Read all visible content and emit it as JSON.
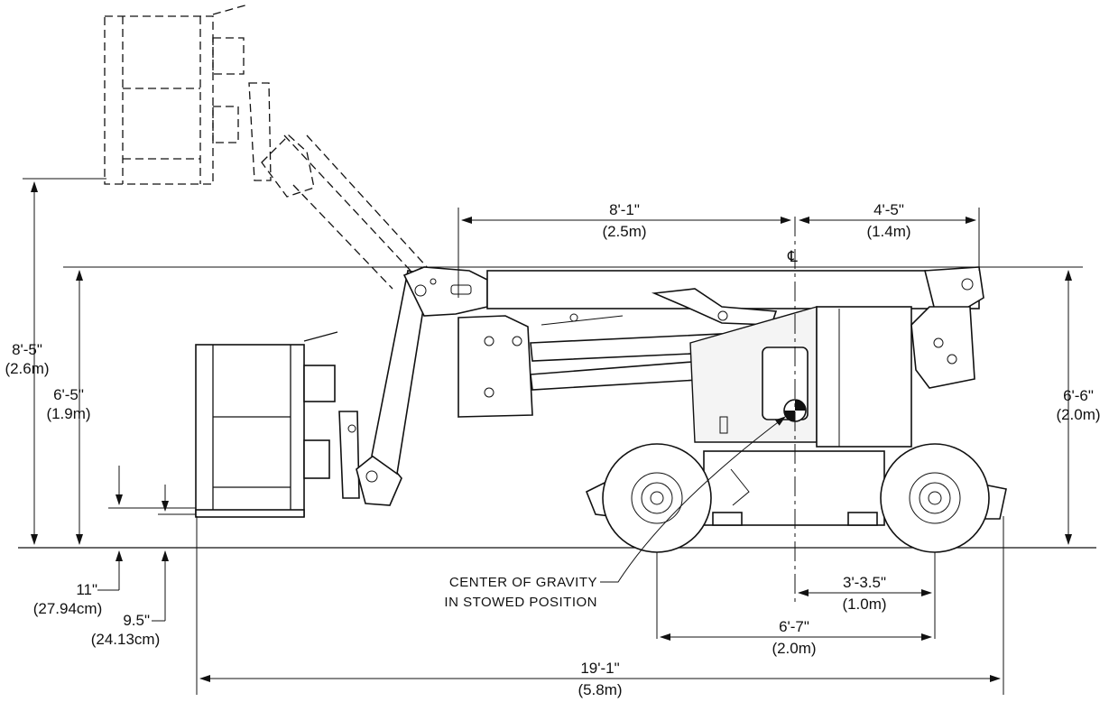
{
  "dimensions": {
    "boom_length_top": {
      "imperial": "8'-1\"",
      "metric": "(2.5m)"
    },
    "rear_length_top": {
      "imperial": "4'-5\"",
      "metric": "(1.4m)"
    },
    "platform_stowed_h": {
      "imperial": "8'-5\"",
      "metric": "(2.6m)"
    },
    "boom_height": {
      "imperial": "6'-5\"",
      "metric": "(1.9m)"
    },
    "overall_height": {
      "imperial": "6'-6\"",
      "metric": "(2.0m)"
    },
    "ground_clear_1": {
      "imperial": "11\"",
      "metric": "(27.94cm)"
    },
    "ground_clear_2": {
      "imperial": "9.5\"",
      "metric": "(24.13cm)"
    },
    "cog_to_axle": {
      "imperial": "3'-3.5\"",
      "metric": "(1.0m)"
    },
    "wheelbase": {
      "imperial": "6'-7\"",
      "metric": "(2.0m)"
    },
    "overall_length": {
      "imperial": "19'-1\"",
      "metric": "(5.8m)"
    }
  },
  "centerline_symbol": "℄",
  "cog_label": {
    "line1": "CENTER OF GRAVITY",
    "line2": "IN STOWED POSITION"
  }
}
